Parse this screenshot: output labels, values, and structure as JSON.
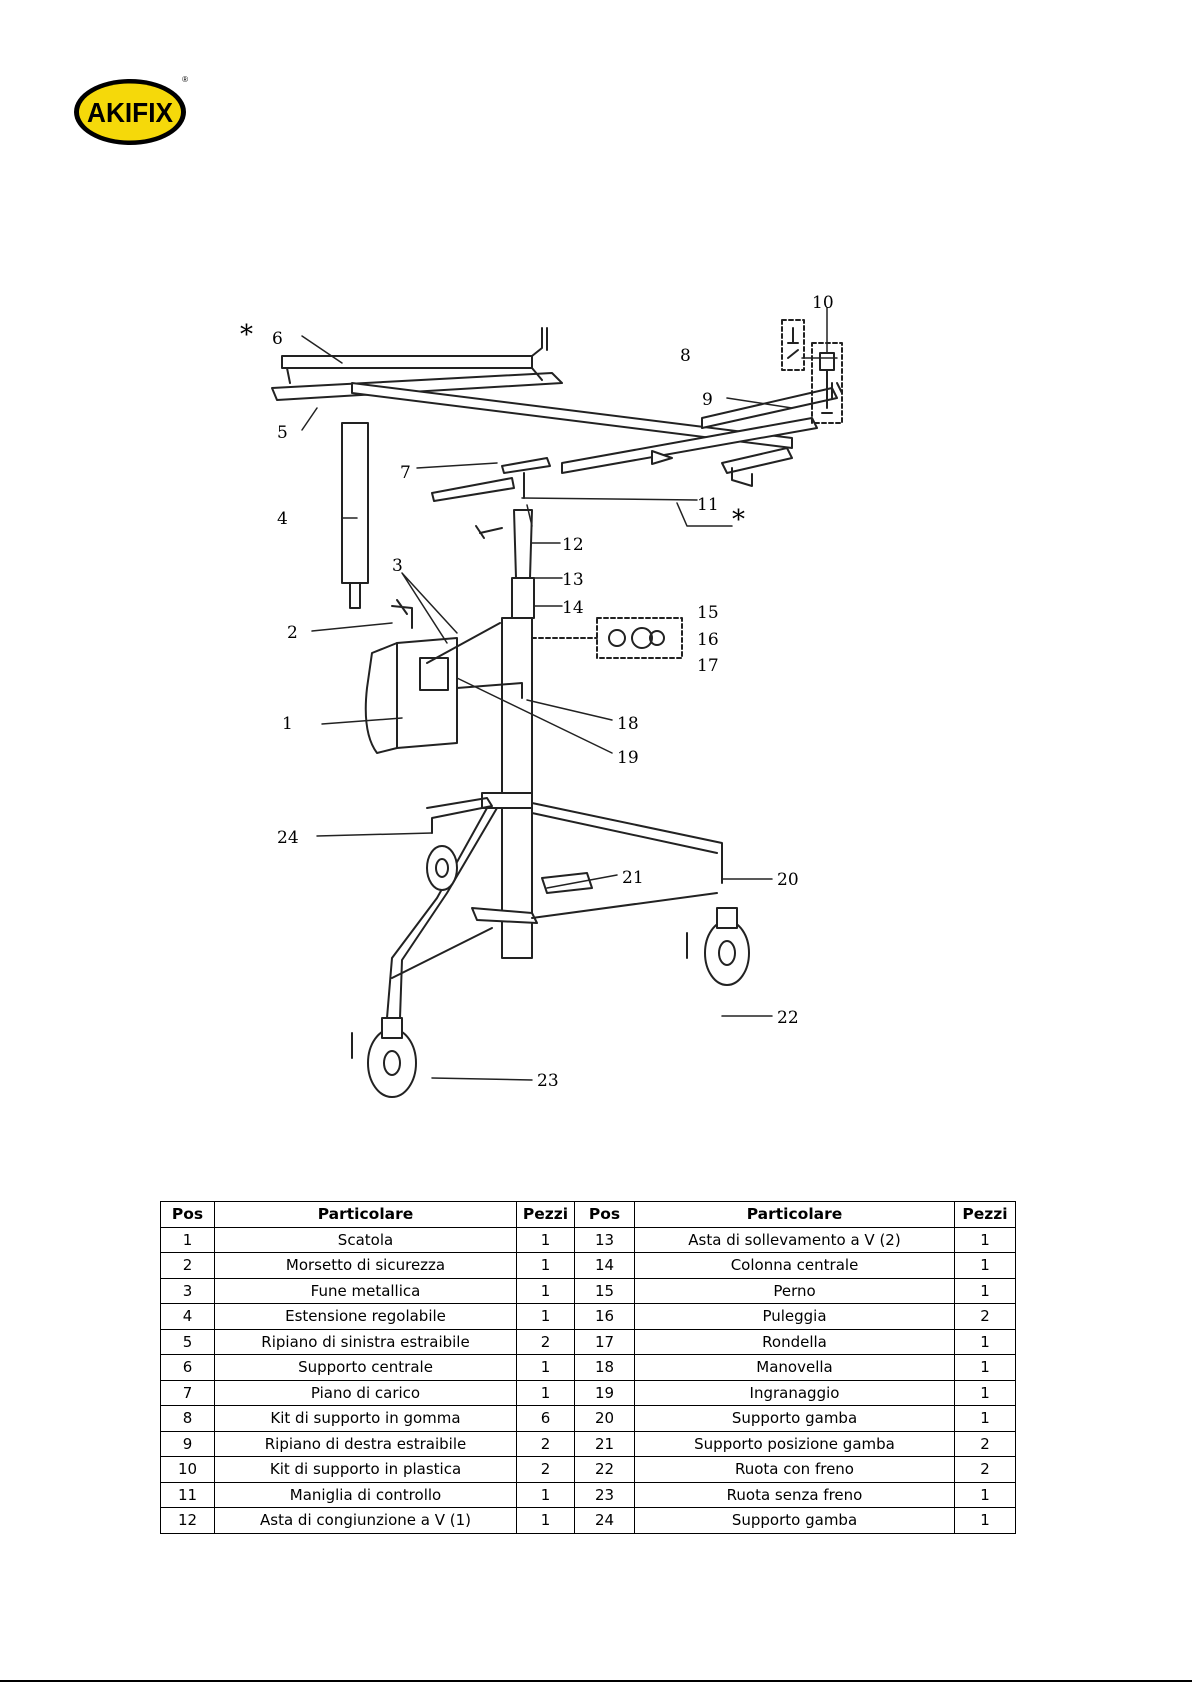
{
  "brand": {
    "logo_text": "AKIFIX",
    "registered_mark": "®",
    "color_fill": "#f5d90a",
    "color_ink": "#000000"
  },
  "diagram": {
    "callouts": [
      "1",
      "2",
      "3",
      "4",
      "5",
      "6",
      "7",
      "8",
      "9",
      "10",
      "11",
      "12",
      "13",
      "14",
      "15",
      "16",
      "17",
      "18",
      "19",
      "20",
      "21",
      "22",
      "23",
      "24"
    ],
    "note_mark": "*"
  },
  "table": {
    "headers": [
      "Pos",
      "Particolare",
      "Pezzi",
      "Pos",
      "Particolare",
      "Pezzi"
    ],
    "rows": [
      [
        "1",
        "Scatola",
        "1",
        "13",
        "Asta di sollevamento a V (2)",
        "1"
      ],
      [
        "2",
        "Morsetto di sicurezza",
        "1",
        "14",
        "Colonna centrale",
        "1"
      ],
      [
        "3",
        "Fune metallica",
        "1",
        "15",
        "Perno",
        "1"
      ],
      [
        "4",
        "Estensione regolabile",
        "1",
        "16",
        "Puleggia",
        "2"
      ],
      [
        "5",
        "Ripiano di sinistra estraibile",
        "2",
        "17",
        "Rondella",
        "1"
      ],
      [
        "6",
        "Supporto centrale",
        "1",
        "18",
        "Manovella",
        "1"
      ],
      [
        "7",
        "Piano di carico",
        "1",
        "19",
        "Ingranaggio",
        "1"
      ],
      [
        "8",
        "Kit di supporto in gomma",
        "6",
        "20",
        "Supporto gamba",
        "1"
      ],
      [
        "9",
        "Ripiano di destra estraibile",
        "2",
        "21",
        "Supporto posizione gamba",
        "2"
      ],
      [
        "10",
        "Kit di supporto in plastica",
        "2",
        "22",
        "Ruota con freno",
        "2"
      ],
      [
        "11",
        "Maniglia di controllo",
        "1",
        "23",
        "Ruota senza freno",
        "1"
      ],
      [
        "12",
        "Asta di congiunzione a V (1)",
        "1",
        "24",
        "Supporto gamba",
        "1"
      ]
    ]
  }
}
